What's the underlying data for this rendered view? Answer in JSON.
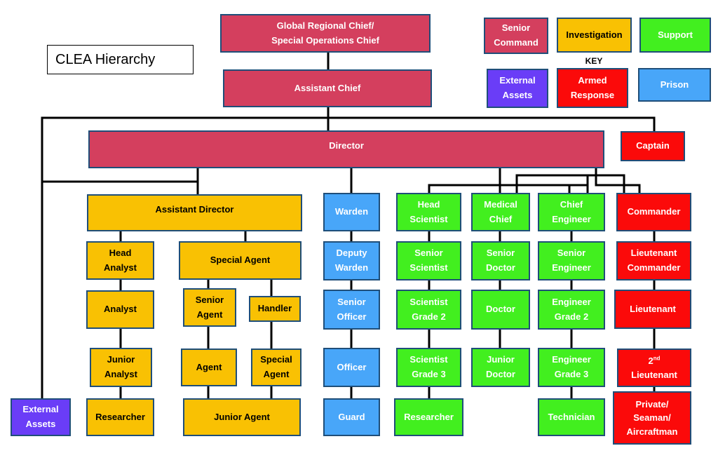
{
  "title": "CLEA Hierarchy",
  "key": {
    "heading": "KEY",
    "senior_command": "Senior\nCommand",
    "investigation": "Investigation",
    "support": "Support",
    "external_assets": "External\nAssets",
    "armed_response": "Armed\nResponse",
    "prison": "Prison"
  },
  "colors": {
    "senior_command": "#d43f5e",
    "investigation": "#f9c103",
    "support": "#42ef1f",
    "external_assets": "#6a3df7",
    "armed_response": "#fb0a0a",
    "prison": "#48a6f9",
    "border": "#1f4e79",
    "connector": "#000000"
  },
  "command": {
    "global_chief": "Global Regional Chief/\nSpecial Operations Chief",
    "assistant_chief": "Assistant Chief",
    "director": "Director"
  },
  "external": {
    "external_assets": "External\nAssets"
  },
  "investigation": {
    "assistant_director": "Assistant Director",
    "head_analyst": "Head\nAnalyst",
    "analyst": "Analyst",
    "junior_analyst": "Junior\nAnalyst",
    "researcher": "Researcher",
    "special_agent": "Special Agent",
    "senior_agent": "Senior\nAgent",
    "handler": "Handler",
    "agent": "Agent",
    "special_agent_2": "Special\nAgent",
    "junior_agent": "Junior Agent"
  },
  "prison": {
    "warden": "Warden",
    "deputy_warden": "Deputy\nWarden",
    "senior_officer": "Senior\nOfficer",
    "officer": "Officer",
    "guard": "Guard"
  },
  "support": {
    "head_scientist": "Head\nScientist",
    "senior_scientist": "Senior\nScientist",
    "scientist_grade_2": "Scientist\nGrade 2",
    "scientist_grade_3": "Scientist\nGrade 3",
    "researcher": "Researcher",
    "medical_chief": "Medical\nChief",
    "senior_doctor": "Senior\nDoctor",
    "doctor": "Doctor",
    "junior_doctor": "Junior\nDoctor",
    "chief_engineer": "Chief\nEngineer",
    "senior_engineer": "Senior\nEngineer",
    "engineer_grade_2": "Engineer\nGrade 2",
    "engineer_grade_3": "Engineer\nGrade 3",
    "technician": "Technician"
  },
  "armed": {
    "captain": "Captain",
    "commander": "Commander",
    "lieutenant_commander": "Lieutenant\nCommander",
    "lieutenant": "Lieutenant",
    "second_lieutenant_num": "2",
    "second_lieutenant_sup": "nd",
    "second_lieutenant_word": "Lieutenant",
    "private": "Private/\nSeaman/\nAircraftman"
  }
}
